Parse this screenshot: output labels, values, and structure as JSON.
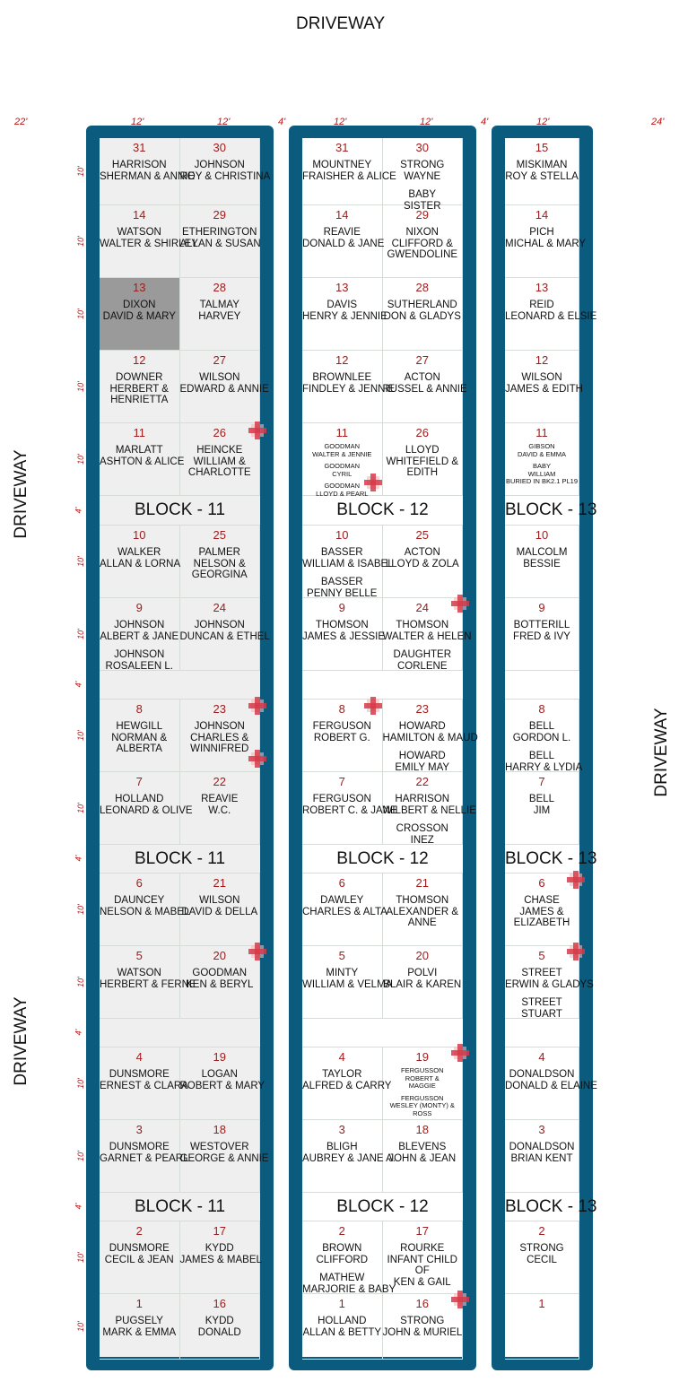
{
  "driveways": {
    "top": "DRIVEWAY",
    "left_upper": "DRIVEWAY",
    "left_lower": "DRIVEWAY",
    "right": "DRIVEWAY"
  },
  "widths": [
    "22'",
    "12'",
    "12'",
    "4'",
    "12'",
    "12'",
    "4'",
    "12'",
    "24'"
  ],
  "row_heights": [
    "10'",
    "10'",
    "10'",
    "10'",
    "10'",
    "4'",
    "10'",
    "10'",
    "4'",
    "10'",
    "10'",
    "4'",
    "10'",
    "10'",
    "4'",
    "10'",
    "10'",
    "4'",
    "10'",
    "10'"
  ],
  "block_labels": {
    "b11": "BLOCK - 11",
    "b12": "BLOCK - 12",
    "b13": "BLOCK - 13"
  },
  "colors": {
    "frame": "#0a5b7e",
    "plot_fill_block11": "#efefef",
    "highlight": "#9a9a9a",
    "plot_number": "#a11d1d",
    "measurement": "#b01818",
    "memorial_cross": "#d63b4a"
  },
  "block11": {
    "col_a": [
      {
        "num": "31",
        "lines": [
          "HARRISON",
          "SHERMAN & ANNIE"
        ]
      },
      {
        "num": "14",
        "lines": [
          "WATSON",
          "WALTER & SHIRLEY"
        ]
      },
      {
        "num": "13",
        "lines": [
          "DIXON",
          "DAVID & MARY"
        ]
      },
      {
        "num": "12",
        "lines": [
          "DOWNER",
          "HERBERT &",
          "HENRIETTA"
        ]
      },
      {
        "num": "11",
        "lines": [
          "MARLATT",
          "ASHTON & ALICE"
        ]
      },
      {
        "num": "10",
        "lines": [
          "WALKER",
          "ALLAN & LORNA"
        ]
      },
      {
        "num": "9",
        "lines": [
          "JOHNSON",
          "ALBERT & JANE",
          "",
          "JOHNSON",
          "ROSALEEN L."
        ]
      },
      {
        "num": "8",
        "lines": [
          "HEWGILL",
          "NORMAN &",
          "ALBERTA"
        ]
      },
      {
        "num": "7",
        "lines": [
          "HOLLAND",
          "LEONARD & OLIVE"
        ]
      },
      {
        "num": "6",
        "lines": [
          "DAUNCEY",
          "NELSON & MABEL"
        ]
      },
      {
        "num": "5",
        "lines": [
          "WATSON",
          "HERBERT & FERNE"
        ]
      },
      {
        "num": "4",
        "lines": [
          "DUNSMORE",
          "ERNEST & CLARA"
        ]
      },
      {
        "num": "3",
        "lines": [
          "DUNSMORE",
          "GARNET & PEARL"
        ]
      },
      {
        "num": "2",
        "lines": [
          "DUNSMORE",
          "CECIL & JEAN"
        ]
      },
      {
        "num": "1",
        "lines": [
          "PUGSELY",
          "MARK & EMMA"
        ]
      }
    ],
    "col_b": [
      {
        "num": "30",
        "lines": [
          "JOHNSON",
          "ROY & CHRISTINA"
        ]
      },
      {
        "num": "29",
        "lines": [
          "ETHERINGTON",
          "ALLAN & SUSAN"
        ]
      },
      {
        "num": "28",
        "lines": [
          "TALMAY",
          "HARVEY"
        ]
      },
      {
        "num": "27",
        "lines": [
          "WILSON",
          "EDWARD & ANNIE"
        ]
      },
      {
        "num": "26",
        "lines": [
          "HEINCKE",
          "WILLIAM &",
          "CHARLOTTE"
        ]
      },
      {
        "num": "25",
        "lines": [
          "PALMER",
          "NELSON &",
          "GEORGINA"
        ]
      },
      {
        "num": "24",
        "lines": [
          "JOHNSON",
          "DUNCAN & ETHEL"
        ]
      },
      {
        "num": "23",
        "lines": [
          "JOHNSON",
          "CHARLES &",
          "WINNIFRED"
        ]
      },
      {
        "num": "22",
        "lines": [
          "REAVIE",
          "W.C."
        ]
      },
      {
        "num": "21",
        "lines": [
          "WILSON",
          "DAVID & DELLA"
        ]
      },
      {
        "num": "20",
        "lines": [
          "GOODMAN",
          "KEN & BERYL"
        ]
      },
      {
        "num": "19",
        "lines": [
          "LOGAN",
          "ROBERT & MARY"
        ]
      },
      {
        "num": "18",
        "lines": [
          "WESTOVER",
          "GEORGE & ANNIE"
        ]
      },
      {
        "num": "17",
        "lines": [
          "KYDD",
          "JAMES & MABEL"
        ]
      },
      {
        "num": "16",
        "lines": [
          "KYDD",
          "DONALD"
        ]
      }
    ]
  },
  "block12": {
    "col_a": [
      {
        "num": "31",
        "lines": [
          "MOUNTNEY",
          "FRAISHER & ALICE"
        ]
      },
      {
        "num": "14",
        "lines": [
          "REAVIE",
          "DONALD & JANE"
        ]
      },
      {
        "num": "13",
        "lines": [
          "DAVIS",
          "HENRY & JENNIE"
        ]
      },
      {
        "num": "12",
        "lines": [
          "BROWNLEE",
          "FINDLEY & JENNIE"
        ]
      },
      {
        "num": "11",
        "small": true,
        "lines": [
          "GOODMAN",
          "WALTER & JENNIE",
          "",
          "GOODMAN",
          "CYRIL",
          "",
          "GOODMAN",
          "LLOYD & PEARL"
        ]
      },
      {
        "num": "10",
        "lines": [
          "BASSER",
          "WILLIAM & ISABEL",
          "",
          "BASSER",
          "PENNY BELLE"
        ]
      },
      {
        "num": "9",
        "lines": [
          "THOMSON",
          "JAMES & JESSIE"
        ]
      },
      {
        "num": "8",
        "lines": [
          "FERGUSON",
          "ROBERT  G."
        ]
      },
      {
        "num": "7",
        "lines": [
          "FERGUSON",
          "ROBERT  C. & JANE"
        ]
      },
      {
        "num": "6",
        "lines": [
          "DAWLEY",
          "CHARLES & ALTA"
        ]
      },
      {
        "num": "5",
        "lines": [
          "MINTY",
          "WILLIAM & VELMA"
        ]
      },
      {
        "num": "4",
        "lines": [
          "TAYLOR",
          "ALFRED & CARRY"
        ]
      },
      {
        "num": "3",
        "lines": [
          "BLIGH",
          "AUBREY & JANE A."
        ]
      },
      {
        "num": "2",
        "lines": [
          "BROWN",
          "CLIFFORD",
          "",
          "MATHEW",
          "MARJORIE & BABY"
        ]
      },
      {
        "num": "1",
        "lines": [
          "HOLLAND",
          "ALLAN & BETTY"
        ]
      }
    ],
    "col_b": [
      {
        "num": "30",
        "lines": [
          "STRONG",
          "WAYNE",
          "",
          "BABY",
          "SISTER"
        ]
      },
      {
        "num": "29",
        "lines": [
          "NIXON",
          "CLIFFORD &",
          "GWENDOLINE"
        ]
      },
      {
        "num": "28",
        "lines": [
          "SUTHERLAND",
          "DON & GLADYS"
        ]
      },
      {
        "num": "27",
        "lines": [
          "ACTON",
          "RUSSEL & ANNIE"
        ]
      },
      {
        "num": "26",
        "lines": [
          "LLOYD",
          "WHITEFIELD &",
          "EDITH"
        ]
      },
      {
        "num": "25",
        "lines": [
          "ACTON",
          "LLOYD & ZOLA"
        ]
      },
      {
        "num": "24",
        "lines": [
          "THOMSON",
          "WALTER & HELEN",
          "",
          "DAUGHTER",
          "CORLENE"
        ]
      },
      {
        "num": "23",
        "lines": [
          "HOWARD",
          "HAMILTON & MAUD",
          "",
          "HOWARD",
          "EMILY MAY"
        ]
      },
      {
        "num": "22",
        "lines": [
          "HARRISON",
          "WILBERT & NELLIE",
          "",
          "CROSSON",
          "INEZ"
        ]
      },
      {
        "num": "21",
        "lines": [
          "THOMSON",
          "ALEXANDER &",
          "ANNE"
        ]
      },
      {
        "num": "20",
        "lines": [
          "POLVI",
          "BLAIR & KAREN"
        ]
      },
      {
        "num": "19",
        "small": true,
        "lines": [
          "FERGUSSON",
          "ROBERT &",
          "MAGGIE",
          "",
          "FERGUSSON",
          "WESLEY (MONTY) &",
          "ROSS"
        ]
      },
      {
        "num": "18",
        "lines": [
          "BLEVENS",
          "JOHN & JEAN"
        ]
      },
      {
        "num": "17",
        "lines": [
          "ROURKE",
          "INFANT CHILD",
          "OF",
          "KEN & GAIL"
        ]
      },
      {
        "num": "16",
        "lines": [
          "STRONG",
          "JOHN & MURIEL"
        ]
      }
    ]
  },
  "block13": {
    "col_a": [
      {
        "num": "15",
        "lines": [
          "MISKIMAN",
          "ROY & STELLA"
        ]
      },
      {
        "num": "14",
        "lines": [
          "PICH",
          "MICHAL & MARY"
        ]
      },
      {
        "num": "13",
        "lines": [
          "REID",
          "LEONARD & ELSIE"
        ]
      },
      {
        "num": "12",
        "lines": [
          "WILSON",
          "JAMES & EDITH"
        ]
      },
      {
        "num": "11",
        "small": true,
        "lines": [
          "GIBSON",
          "DAVID & EMMA",
          "",
          "BABY",
          "WILLIAM",
          "BURIED IN BK2.1 PL19"
        ]
      },
      {
        "num": "10",
        "lines": [
          "MALCOLM",
          "BESSIE"
        ]
      },
      {
        "num": "9",
        "lines": [
          "BOTTERILL",
          "FRED & IVY"
        ]
      },
      {
        "num": "8",
        "lines": [
          "BELL",
          "GORDON L.",
          "",
          "BELL",
          "HARRY & LYDIA"
        ]
      },
      {
        "num": "7",
        "lines": [
          "BELL",
          "JIM"
        ]
      },
      {
        "num": "6",
        "lines": [
          "CHASE",
          "JAMES &",
          "ELIZABETH"
        ]
      },
      {
        "num": "5",
        "lines": [
          "STREET",
          "ERWIN & GLADYS",
          "",
          "STREET",
          "STUART"
        ]
      },
      {
        "num": "4",
        "lines": [
          "DONALDSON",
          "DONALD & ELAINE"
        ]
      },
      {
        "num": "3",
        "lines": [
          "DONALDSON",
          "BRIAN KENT"
        ]
      },
      {
        "num": "2",
        "lines": [
          "STRONG",
          "CECIL"
        ]
      },
      {
        "num": "1",
        "lines": []
      }
    ]
  },
  "highlighted_plot": "13"
}
